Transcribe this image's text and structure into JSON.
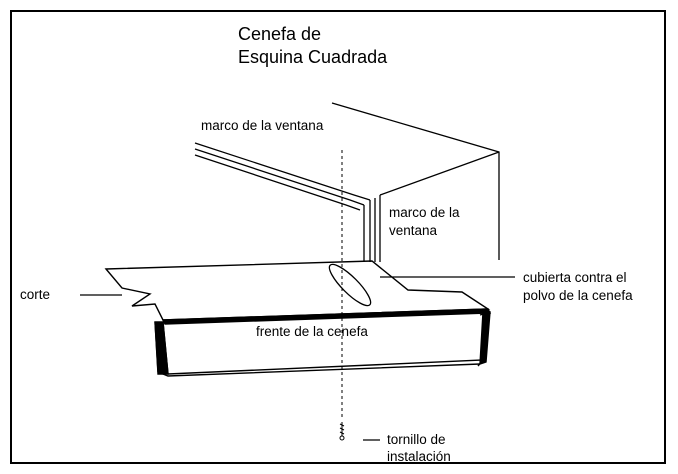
{
  "diagram": {
    "title_line1": "Cenefa de",
    "title_line2": "Esquina Cuadrada",
    "labels": {
      "window_frame_top": "marco de la ventana",
      "window_frame_side_line1": "marco de la",
      "window_frame_side_line2": "ventana",
      "cut": "corte",
      "dust_cover_line1": "cubierta contra el",
      "dust_cover_line2": "polvo de la cenefa",
      "valance_front": "frente de la cenefa",
      "screw_line1": "tornillo de",
      "screw_line2": "instalación"
    },
    "colors": {
      "line": "#000000",
      "background": "#ffffff"
    }
  }
}
